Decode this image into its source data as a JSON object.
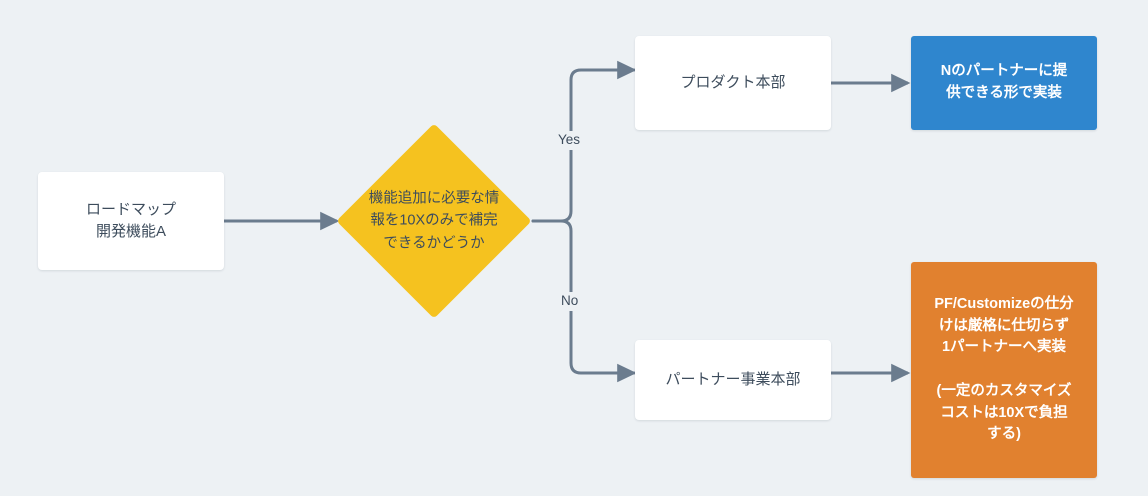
{
  "diagram": {
    "type": "flowchart",
    "background_color": "#edf1f4",
    "connector_color": "#6b7c8e",
    "nodes": {
      "start": {
        "label": "ロードマップ\n開発機能A",
        "shape": "rounded-rectangle",
        "fill": "#ffffff",
        "text_color": "#3d4c5c"
      },
      "decision": {
        "label": "機能追加に必要な情\n報を10Xのみで補完\nできるかどうか",
        "shape": "diamond",
        "fill": "#f5c21f",
        "text_color": "#3d4c5c"
      },
      "product_div": {
        "label": "プロダクト本部",
        "shape": "rounded-rectangle",
        "fill": "#ffffff",
        "text_color": "#3d4c5c"
      },
      "partner_div": {
        "label": "パートナー事業本部",
        "shape": "rounded-rectangle",
        "fill": "#ffffff",
        "text_color": "#3d4c5c"
      },
      "outcome_blue": {
        "label": "Nのパートナーに提\n供できる形で実装",
        "shape": "rectangle",
        "fill": "#2f86ce",
        "text_color": "#ffffff"
      },
      "outcome_orange": {
        "label": "PF/Customizeの仕分\nけは厳格に仕切らず\n1パートナーへ実装\n\n(一定のカスタマイズ\nコストは10Xで負担\nする)",
        "shape": "rectangle",
        "fill": "#e1812f",
        "text_color": "#ffffff"
      }
    },
    "edge_labels": {
      "yes": "Yes",
      "no": "No"
    }
  }
}
